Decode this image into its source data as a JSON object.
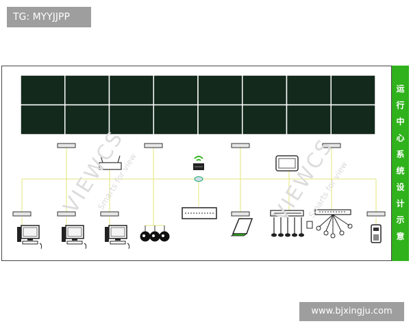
{
  "header_tag": "TG: MYYJJPP",
  "footer_site": "www.bjxingju.com",
  "side_title_chars": [
    "运",
    "行",
    "中",
    "心",
    "系",
    "统",
    "设",
    "计",
    "示",
    "意"
  ],
  "watermark": {
    "brand": "VIEWCS",
    "slogan": "Smarts for view"
  },
  "colors": {
    "accent": "#2fb21b",
    "screen": "#13291c",
    "link": "#e3e67a",
    "frame": "#444444"
  }
}
